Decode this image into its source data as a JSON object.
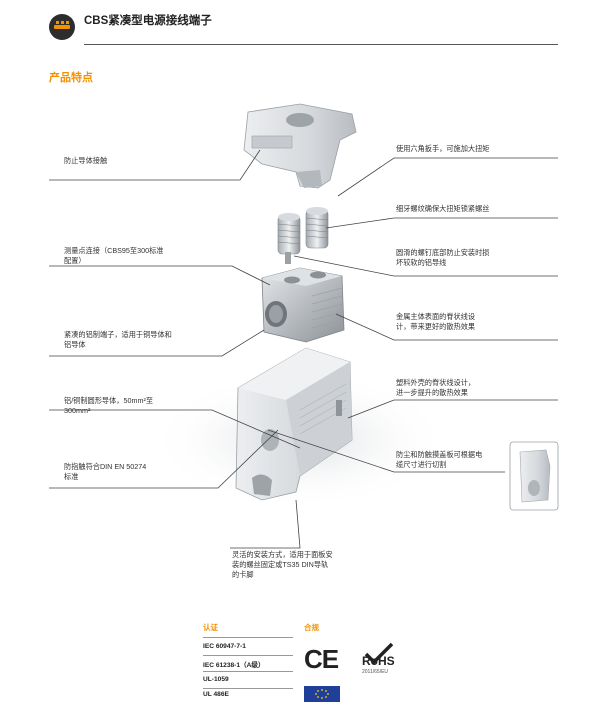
{
  "header": {
    "title": "CBS紧凑型电源接线端子"
  },
  "section_title": "产品特点",
  "labels_left": [
    "防止导体接触",
    "测量点连接（CBS95至300标准配置）",
    "紧凑的铝制端子，适用于铜导体和铝导体",
    "铝/铜制圆形导体，50mm²至300mm²",
    "防指触符合DIN EN 50274标准"
  ],
  "labels_left_lines": [
    [
      "防止导体接触"
    ],
    [
      "测量点连接（CBS95至300标准",
      "配置）"
    ],
    [
      "紧凑的铝制端子，适用于铜导体和",
      "铝导体"
    ],
    [
      "铝/铜制圆形导体，50mm²至",
      "300mm²"
    ],
    [
      "防指触符合DIN EN 50274",
      "标准"
    ]
  ],
  "labels_right_lines": [
    [
      "使用六角扳手，可施加大扭矩"
    ],
    [
      "细牙螺纹确保大扭矩锁紧螺丝"
    ],
    [
      "圆滑的螺钉底部防止安装时损",
      "坏较软的铝导线"
    ],
    [
      "金属主体表面的脊状线设",
      "计，带来更好的散热效果"
    ],
    [
      "塑料外壳的脊状线设计，",
      "进一步提升的散热效果"
    ],
    [
      "防尘和防触摸盖板可根据电",
      "缆尺寸进行切割"
    ]
  ],
  "label_bottom_lines": [
    "灵活的安装方式，适用于面板安",
    "装的螺丝固定或TS35 DIN导轨",
    "的卡脚"
  ],
  "certs": {
    "head_left": "认证",
    "head_right": "合规",
    "standards": [
      "IEC 60947-7-1",
      "IEC 61238-1（A级）",
      "UL-1059",
      "UL 486E"
    ],
    "ce_mark": "CE",
    "rohs_mark": "RoHS",
    "rohs_sub": "2011/65/EU"
  },
  "colors": {
    "accent": "#f39200",
    "text": "#333333",
    "rule": "#555555"
  }
}
